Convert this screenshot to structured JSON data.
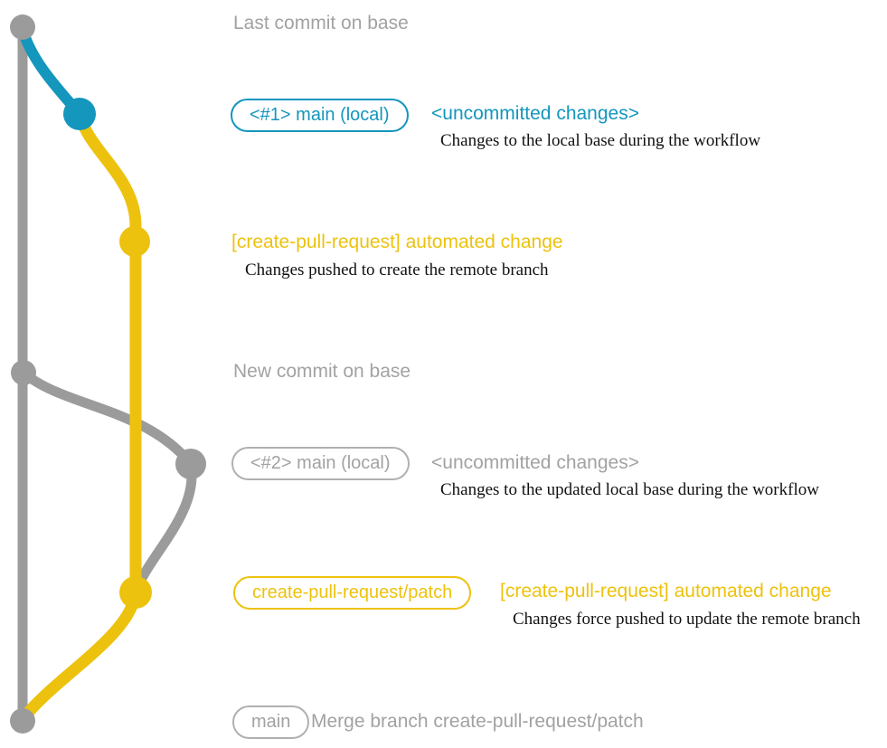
{
  "colors": {
    "blue": "#1496BD",
    "yellow": "#EDC20E",
    "gray": "#9B9B9B",
    "gray_text": "#A2A2A2",
    "gray_border": "#B0B0B0",
    "black": "#111111"
  },
  "rows": {
    "last_commit": {
      "label": "Last commit on base"
    },
    "row1": {
      "badge": "<#1> main (local)",
      "title": "<uncommitted changes>",
      "desc": "Changes to the local base during the workflow"
    },
    "row2": {
      "title": "[create-pull-request] automated change",
      "desc": "Changes pushed to create the remote branch"
    },
    "new_commit": {
      "label": "New commit on base"
    },
    "row3": {
      "badge": "<#2> main (local)",
      "title": "<uncommitted changes>",
      "desc": "Changes to the updated local base during the workflow"
    },
    "row4": {
      "badge": "create-pull-request/patch",
      "title": "[create-pull-request] automated change",
      "desc": "Changes force pushed to update the remote branch"
    },
    "row5": {
      "badge": "main",
      "label": "Merge branch create-pull-request/patch"
    }
  },
  "graph": {
    "branches": [
      {
        "name": "base",
        "color": "gray"
      },
      {
        "name": "main (local)",
        "color": "blue"
      },
      {
        "name": "create-pull-request/patch",
        "color": "yellow"
      }
    ],
    "commit_dots": [
      {
        "id": "last-commit-on-base",
        "color": "gray"
      },
      {
        "id": "main-local-1",
        "color": "blue"
      },
      {
        "id": "automated-change-1",
        "color": "yellow"
      },
      {
        "id": "new-commit-on-base",
        "color": "gray"
      },
      {
        "id": "main-local-2",
        "color": "gray"
      },
      {
        "id": "automated-change-2",
        "color": "yellow"
      },
      {
        "id": "merge-commit",
        "color": "gray"
      }
    ]
  }
}
